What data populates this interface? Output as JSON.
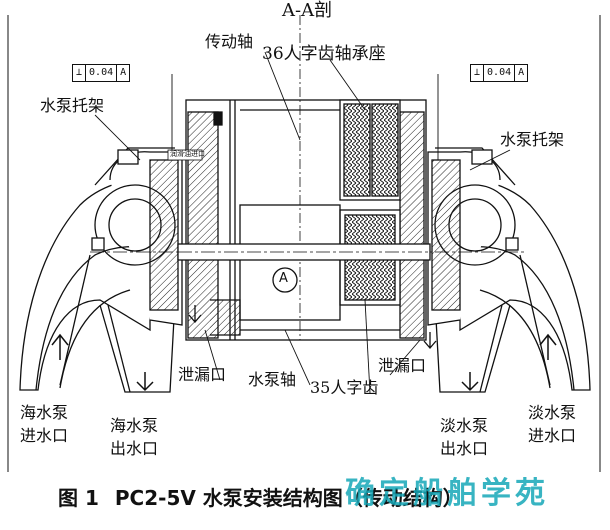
{
  "section_title": "A-A剖",
  "tolerance_left": {
    "symbol": "⊥",
    "value": "0.04",
    "datum": "A"
  },
  "tolerance_right": {
    "symbol": "⊥",
    "value": "0.04",
    "datum": "A"
  },
  "labels": {
    "drive_shaft": "传动轴",
    "bearing_housing": "36人字齿轴承座",
    "pump_bracket_left": "水泵托架",
    "pump_bracket_right": "水泵托架",
    "leak_port_left": "泄漏口",
    "pump_shaft": "水泵轴",
    "leak_port_right": "泄漏口",
    "gear_35": "35人字齿",
    "seawater_inlet": [
      "海水泵",
      "进水口"
    ],
    "seawater_outlet": [
      "海水泵",
      "出水口"
    ],
    "freshwater_outlet": [
      "淡水泵",
      "出水口"
    ],
    "freshwater_inlet": [
      "淡水泵",
      "进水口"
    ],
    "datum_circle": "A",
    "oil_port_note": "润滑油进口"
  },
  "caption": {
    "number": "图 1",
    "text": "PC2-5V 水泵安装结构图（传动结构）"
  },
  "watermark": "确定船舶学苑"
}
